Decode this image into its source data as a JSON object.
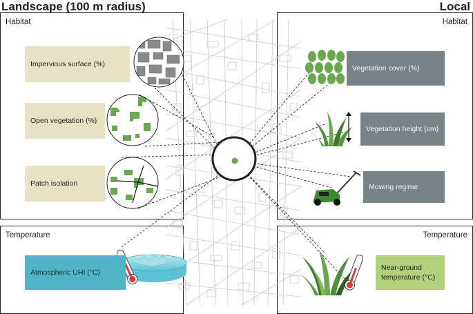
{
  "headings": {
    "left": "Landscape (100 m radius)",
    "right": "Local"
  },
  "landscape": {
    "habitat_title": "Habitat",
    "temperature_title": "Temperature",
    "items": [
      "Impervious surface (%)",
      "Open vegetation (%)",
      "Patch isolation"
    ],
    "temperature_item": "Atmospheric UHI (°C)"
  },
  "local": {
    "habitat_title": "Habitat",
    "temperature_title": "Temperature",
    "items": [
      "Vegetation cover (%)",
      "Vegetation height (cm)",
      "Mowing regime"
    ],
    "temperature_item_line1": "Near-ground",
    "temperature_item_line2": "temperature (°C)"
  },
  "colors": {
    "landscape_label": "#e9e1c3",
    "local_label": "#788388",
    "uhi_label": "#4fb6c9",
    "near_ground_label": "#b3d07c",
    "vegetation": "#6aa84f",
    "frame": "#222222"
  },
  "icons": [
    "impervious-map-icon",
    "open-vegetation-map-icon",
    "patch-isolation-map-icon",
    "thermometer-icon",
    "city-heat-dish-icon",
    "vegetation-cover-icon",
    "grass-height-icon",
    "lawn-mower-icon",
    "grass-thermometer-icon"
  ]
}
